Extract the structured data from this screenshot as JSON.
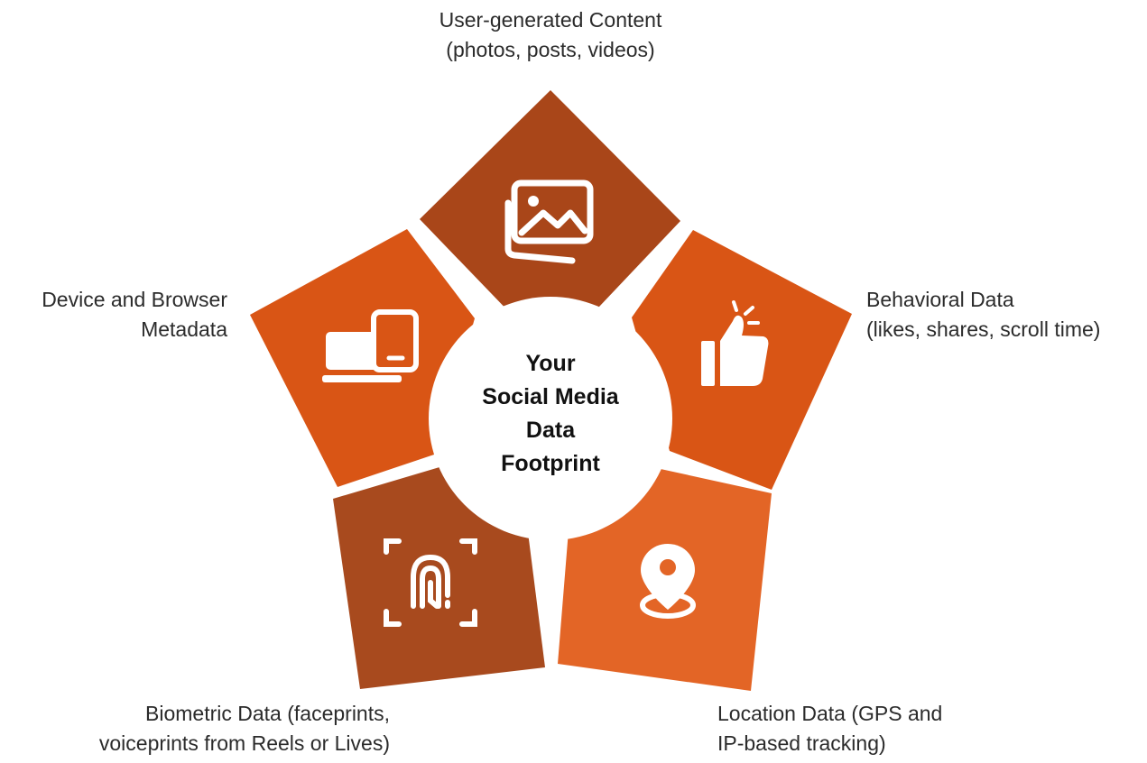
{
  "center": {
    "lines": [
      "Your",
      "Social Media",
      "Data",
      "Footprint"
    ]
  },
  "segments": [
    {
      "id": "user-generated-content",
      "icon": "photos-icon",
      "color": "#A94619",
      "label_lines": [
        "User-generated Content",
        "(photos, posts, videos)"
      ]
    },
    {
      "id": "behavioral-data",
      "icon": "thumbs-up-icon",
      "color": "#D95515",
      "label_lines": [
        "Behavioral Data",
        "(likes, shares, scroll time)"
      ]
    },
    {
      "id": "location-data",
      "icon": "location-pin-icon",
      "color": "#E36526",
      "label_lines": [
        "Location Data (GPS and",
        "IP-based tracking)"
      ]
    },
    {
      "id": "biometric-data",
      "icon": "fingerprint-scan-icon",
      "color": "#A84A1E",
      "label_lines": [
        "Biometric Data (faceprints,",
        "voiceprints from Reels or Lives)"
      ]
    },
    {
      "id": "device-browser-metadata",
      "icon": "devices-icon",
      "color": "#D95515",
      "label_lines": [
        "Device and Browser",
        "Metadata"
      ]
    }
  ]
}
